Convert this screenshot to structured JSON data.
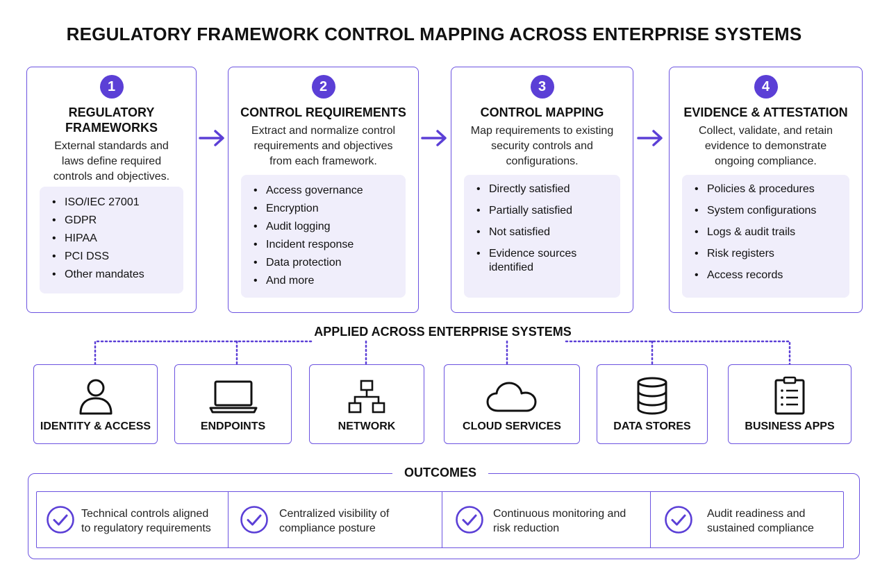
{
  "title": "REGULATORY FRAMEWORK CONTROL MAPPING ACROSS ENTERPRISE SYSTEMS",
  "accent_color": "#5b3fd6",
  "steps": [
    {
      "number": "1",
      "title_lines": [
        "REGULATORY",
        "FRAMEWORKS"
      ],
      "description_lines": [
        "External standards and",
        "laws define required",
        "controls and objectives."
      ],
      "items": [
        "ISO/IEC 27001",
        "GDPR",
        "HIPAA",
        "PCI DSS",
        "Other mandates"
      ]
    },
    {
      "number": "2",
      "title_lines": [
        "CONTROL REQUIREMENTS"
      ],
      "description_lines": [
        "Extract and normalize control",
        "requirements and objectives",
        "from each framework."
      ],
      "items": [
        "Access governance",
        "Encryption",
        "Audit logging",
        "Incident response",
        "Data protection",
        "And more"
      ]
    },
    {
      "number": "3",
      "title_lines": [
        "CONTROL MAPPING"
      ],
      "description_lines": [
        "Map requirements to existing",
        "security controls and",
        "configurations."
      ],
      "items": [
        "Directly satisfied",
        "Partially satisfied",
        "Not satisfied",
        "Evidence sources identified"
      ]
    },
    {
      "number": "4",
      "title_lines": [
        "EVIDENCE & ATTESTATION"
      ],
      "description_lines": [
        "Collect, validate, and retain",
        "evidence to demonstrate",
        "ongoing compliance."
      ],
      "items": [
        "Policies & procedures",
        "System configurations",
        "Logs & audit trails",
        "Risk registers",
        "Access records"
      ]
    }
  ],
  "systems_heading": "APPLIED ACROSS ENTERPRISE SYSTEMS",
  "systems": [
    {
      "label": "IDENTITY & ACCESS",
      "icon": "user-icon"
    },
    {
      "label": "ENDPOINTS",
      "icon": "laptop-icon"
    },
    {
      "label": "NETWORK",
      "icon": "network-icon"
    },
    {
      "label": "CLOUD SERVICES",
      "icon": "cloud-icon"
    },
    {
      "label": "DATA STORES",
      "icon": "database-icon"
    },
    {
      "label": "BUSINESS APPS",
      "icon": "clipboard-icon"
    }
  ],
  "outcomes_heading": "OUTCOMES",
  "outcomes": [
    {
      "lines": [
        "Technical controls aligned",
        "to regulatory requirements"
      ],
      "icon": "check-circle-icon"
    },
    {
      "lines": [
        "Centralized visibility of",
        "compliance posture"
      ],
      "icon": "check-circle-icon"
    },
    {
      "lines": [
        "Continuous monitoring and",
        "risk reduction"
      ],
      "icon": "check-circle-icon"
    },
    {
      "lines": [
        "Audit readiness and",
        "sustained compliance"
      ],
      "icon": "check-circle-icon"
    }
  ]
}
